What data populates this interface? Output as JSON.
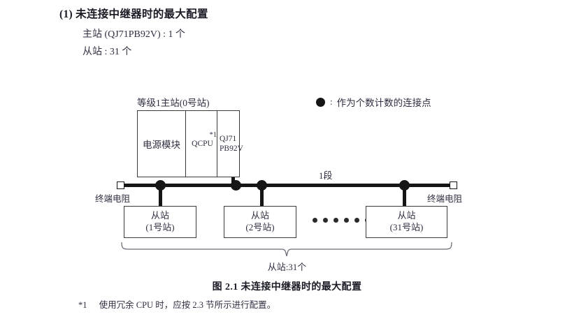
{
  "heading": {
    "title": "(1) 未连接中继器时的最大配置",
    "master_spec": "主站 (QJ71PB92V) : 1 个",
    "slave_spec": "从站 : 31 个"
  },
  "legend": {
    "marker": "filled-circle",
    "separator": ":",
    "text": "作为个数计数的连接点"
  },
  "diagram": {
    "master": {
      "label": "等级1主站(0号站)",
      "modules": [
        {
          "name": "电源模块",
          "note": ""
        },
        {
          "name": "QCPU",
          "note": "*1"
        }
      ],
      "network_module": [
        "QJ71",
        "PB92V"
      ]
    },
    "bus": {
      "segment_label": "1段",
      "terminator_left": "终端电阻",
      "terminator_right": "终端电阻",
      "node_count": 4
    },
    "slaves": [
      {
        "title": "从站",
        "station": "(1号站)"
      },
      {
        "title": "从站",
        "station": "(2号站)"
      },
      {
        "title": "从站",
        "station": "(31号站)"
      }
    ],
    "ellipsis_dots": 6,
    "brace_label": "从站:31个"
  },
  "caption": "图 2.1  未连接中继器时的最大配置",
  "footnote": {
    "mark": "*1",
    "text": "使用冗余 CPU 时，应按 2.3 节所示进行配置。"
  }
}
